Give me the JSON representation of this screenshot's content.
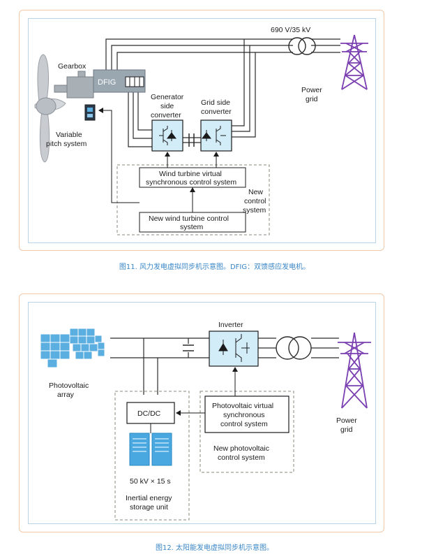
{
  "figure11": {
    "transformer_rating": "690 V/35 kV",
    "gearbox": "Gearbox",
    "dfig": "DFIG",
    "variable_pitch_line1": "Variable",
    "variable_pitch_line2": "pitch system",
    "gen_conv_line1": "Generator",
    "gen_conv_line2": "side",
    "gen_conv_line3": "converter",
    "grid_conv_line1": "Grid side",
    "grid_conv_line2": "converter",
    "power_grid_line1": "Power",
    "power_grid_line2": "grid",
    "vsc_line1": "Wind turbine virtual",
    "vsc_line2": "synchronous control system",
    "new_control_line1": "New",
    "new_control_line2": "control",
    "new_control_line3": "system",
    "new_wind_line1": "New wind turbine control",
    "new_wind_line2": "system",
    "caption": "图11. 风力发电虚拟同步机示意图。DFIG：双馈感应发电机。"
  },
  "figure12": {
    "pv_array_line1": "Photovoltaic",
    "pv_array_line2": "array",
    "inverter": "Inverter",
    "power_grid_line1": "Power",
    "power_grid_line2": "grid",
    "dcdc": "DC/DC",
    "pv_vsc_line1": "Photovoltaic virtual",
    "pv_vsc_line2": "synchronous",
    "pv_vsc_line3": "control system",
    "new_pv_line1": "New photovoltaic",
    "new_pv_line2": "control system",
    "storage_rating": "50 kV × 15 s",
    "storage_line1": "Inertial energy",
    "storage_line2": "storage unit",
    "caption": "图12. 太阳能发电虚拟同步机示意图。"
  },
  "colors": {
    "tower": "#7a3fb0",
    "converter_fill": "#d2ecf8",
    "dfig_fill": "#9aa7b0",
    "panel_fill": "#5aaee0",
    "battery_fill": "#4aa8e0",
    "caption": "#3a86c6"
  }
}
